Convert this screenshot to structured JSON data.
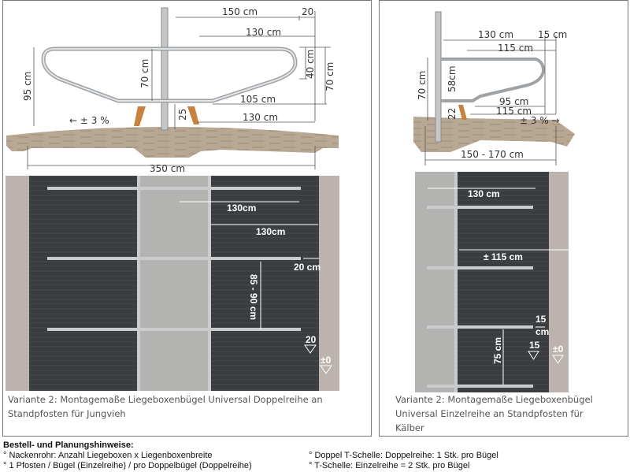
{
  "left_panel": {
    "side_view": {
      "dims": {
        "d150": "150 cm",
        "d20": "20",
        "d130top": "130 cm",
        "d70left": "70 cm",
        "d95": "95 cm",
        "d40": "40 cm",
        "d70right": "70 cm",
        "d105": "105 cm",
        "d25": "25",
        "d130bottom": "130 cm",
        "slope": "← ± 3 %",
        "d350": "350 cm"
      }
    },
    "top_view": {
      "dims": {
        "d130a": "130cm",
        "d130b": "130cm",
        "d20": "20 cm",
        "d85": "85 - 90 cm",
        "level20": "20",
        "level0": "±0"
      }
    },
    "caption_line1": "Variante 2: Montagemaße Liegeboxenbügel Universal Doppelreihe an",
    "caption_line2": "Standpfosten für Jungvieh"
  },
  "right_panel": {
    "side_view": {
      "dims": {
        "d130": "130 cm",
        "d15": "15 cm",
        "d115top": "115 cm",
        "d70": "70 cm",
        "d58": "58cm",
        "d95": "95 cm",
        "d115bottom": "115 cm",
        "d22": "22",
        "slope": "± 3 % →",
        "d150_170": "150 - 170 cm"
      }
    },
    "top_view": {
      "dims": {
        "d130": "130 cm",
        "d115": "± 115 cm",
        "d15a": "15",
        "d15cm": "cm",
        "d75": "75 cm",
        "level15": "15",
        "level0": "±0"
      }
    },
    "caption_line1": "Variante 2: Montagemaße Liegeboxenbügel",
    "caption_line2": "Universal Einzelreihe an Standpfosten für",
    "caption_line3": "Kälber"
  },
  "notes": {
    "title": "Bestell- und Planungshinweise:",
    "items": [
      "° Nackenrohr: Anzahl Liegeboxen x Liegenboxenbreite",
      "° 1 Pfosten / Bügel (Einzelreihe) / pro Doppelbügel (Doppelreihe)",
      "° Doppel T-Schelle: Doppelreihe: 1 Stk. pro Bügel",
      "° T-Schelle: Einzelreihe = 2 Stk. pro Bügel"
    ]
  }
}
